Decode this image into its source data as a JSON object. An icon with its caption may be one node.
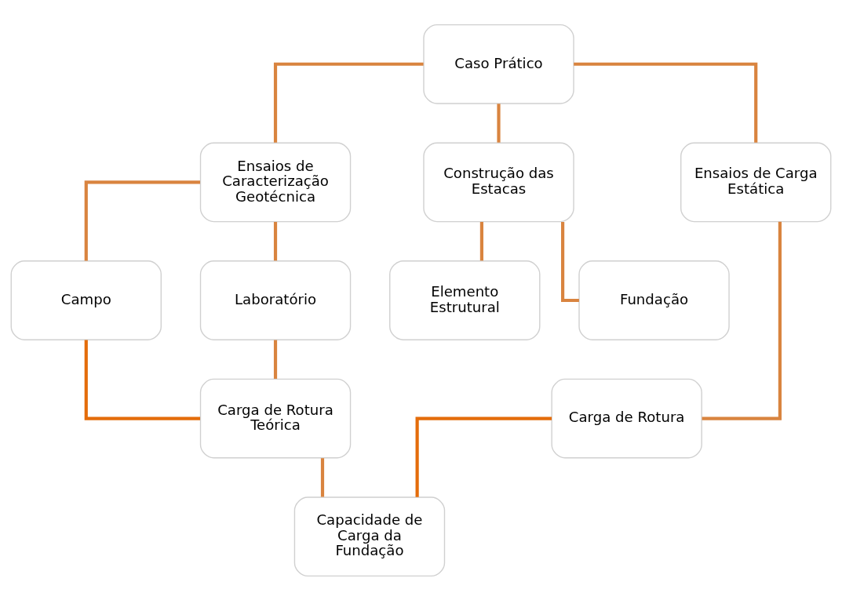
{
  "diagram": {
    "nodes": [
      {
        "text": [
          "Caso Prático"
        ]
      },
      {
        "text": [
          "Ensaios de Caracterização Geotécnica"
        ]
      },
      {
        "text": [
          "Construção das Estacas"
        ]
      },
      {
        "text": [
          "Ensaios de Carga Estática"
        ]
      },
      {
        "text": [
          "Campo"
        ]
      },
      {
        "text": [
          "Laboratório"
        ]
      },
      {
        "text": [
          "Elemento Estrutural"
        ]
      },
      {
        "text": [
          "Fundação"
        ]
      },
      {
        "text": [
          "Carga de Rotura Teórica"
        ]
      },
      {
        "text": [
          "Carga de Rotura"
        ]
      },
      {
        "text": [
          "Capacidade de Carga da Fundação"
        ]
      }
    ],
    "edges": [
      {
        "from": 0,
        "to": 1,
        "arrow": "none"
      },
      {
        "from": 0,
        "to": 2,
        "arrow": "none"
      },
      {
        "from": 0,
        "to": 3,
        "arrow": "none"
      },
      {
        "from": 1,
        "to": 4,
        "arrow": "none"
      },
      {
        "from": 1,
        "to": 5,
        "arrow": "none"
      },
      {
        "from": 2,
        "to": 6,
        "arrow": "none"
      },
      {
        "from": 2,
        "to": 7,
        "arrow": "none"
      },
      {
        "from": 3,
        "to": 9,
        "arrow": "none"
      },
      {
        "from": 4,
        "to": 8,
        "arrow": "none",
        "color": "#e46c0a"
      },
      {
        "from": 5,
        "to": 8,
        "arrow": "none"
      },
      {
        "from": 8,
        "to": 10,
        "arrow": "none"
      },
      {
        "from": 9,
        "to": 10,
        "arrow": "none",
        "color": "#e46c0a"
      }
    ]
  }
}
